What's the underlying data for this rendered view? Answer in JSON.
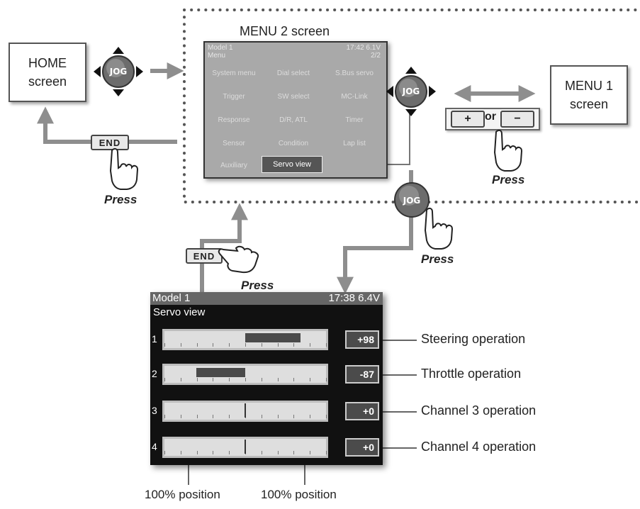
{
  "home_box": {
    "line1": "HOME",
    "line2": "screen"
  },
  "menu1_box": {
    "line1": "MENU 1",
    "line2": "screen"
  },
  "menu2": {
    "label": "MENU 2 screen",
    "header_left": "Model 1",
    "header_sub": "Menu",
    "header_right": "17:42 6.1V",
    "page": "2/2",
    "rows": [
      [
        "System menu",
        "Dial select",
        "S.Bus servo"
      ],
      [
        "Trigger",
        "SW select",
        "MC-Link"
      ],
      [
        "Response",
        "D/R, ATL",
        "Timer"
      ],
      [
        "Sensor",
        "Condition",
        "Lap list"
      ],
      [
        "Auxiliary",
        "Servo view",
        ""
      ]
    ],
    "selected": "Servo view"
  },
  "buttons": {
    "jog": "JOG",
    "end": "END",
    "plus": "+",
    "or": "or",
    "minus": "−"
  },
  "press": "Press",
  "servo_view": {
    "model": "Model 1",
    "status": "17:38 6.4V",
    "title": "Servo view",
    "channels": [
      {
        "num": "1",
        "value_text": "+98",
        "value": 98,
        "label": "Steering operation"
      },
      {
        "num": "2",
        "value_text": "-87",
        "value": -87,
        "label": "Throttle operation"
      },
      {
        "num": "3",
        "value_text": "+0",
        "value": 0,
        "label": "Channel 3 operation"
      },
      {
        "num": "4",
        "value_text": "+0",
        "value": 0,
        "label": "Channel 4 operation"
      }
    ]
  },
  "position_labels": [
    "100% position",
    "100% position"
  ],
  "colors": {
    "arrow": "#8e8e8e",
    "dotted": "#555555",
    "fill": "#4a4a4a"
  }
}
